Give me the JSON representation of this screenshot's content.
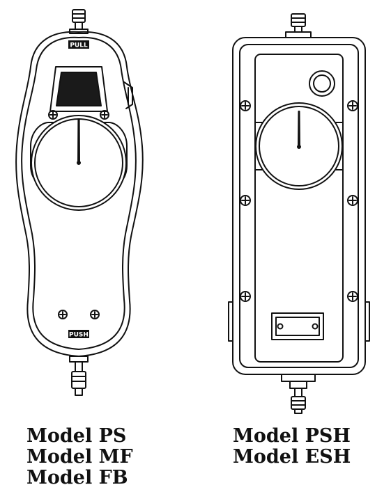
{
  "devices": [
    {
      "id": "handheld-gauge",
      "top_label": "PULL",
      "bottom_label": "PUSH",
      "models": [
        "Model PS",
        "Model MF",
        "Model FB"
      ]
    },
    {
      "id": "box-gauge",
      "models": [
        "Model PSH",
        "Model ESH"
      ]
    }
  ],
  "colors": {
    "line": "#111111",
    "background": "#ffffff",
    "display": "#1a1a1a"
  }
}
